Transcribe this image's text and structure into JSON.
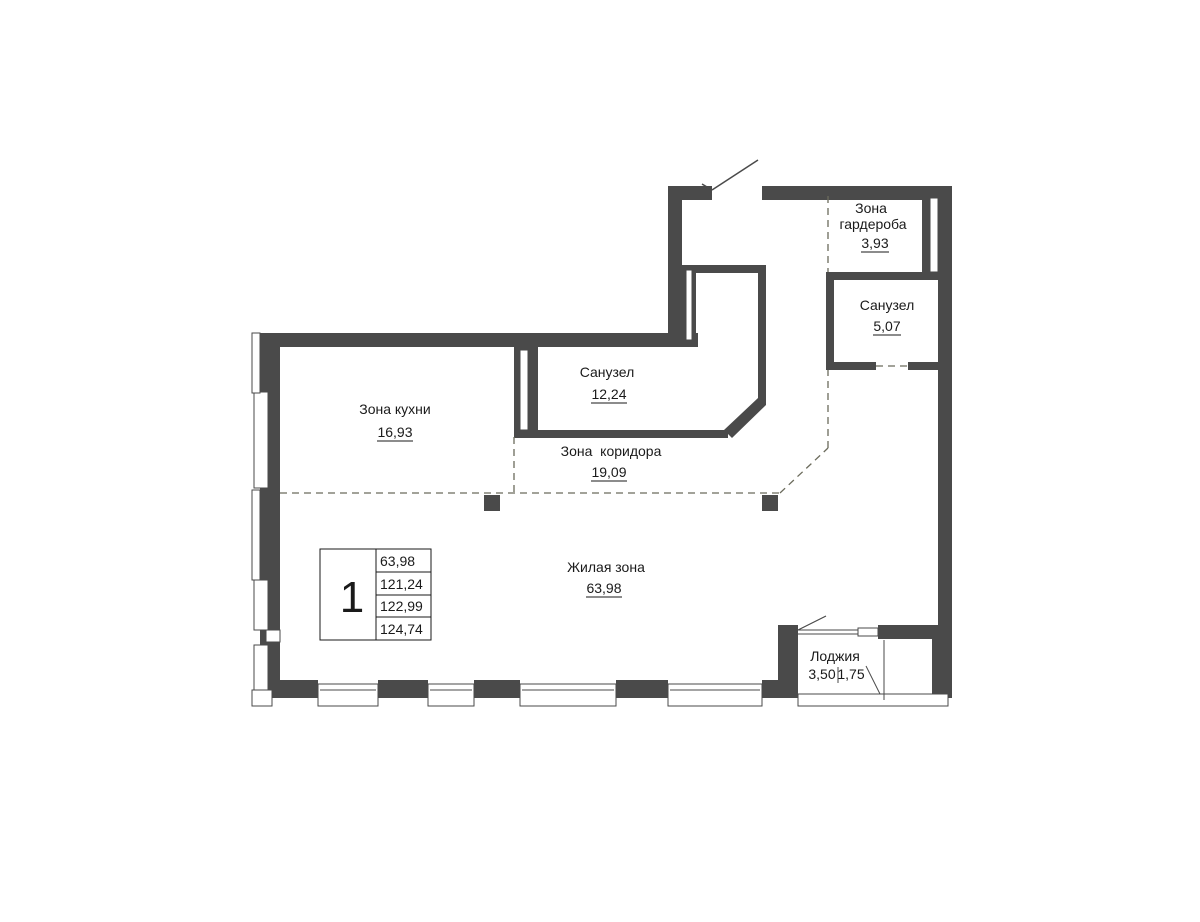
{
  "apartment": {
    "rooms_count": "1",
    "areas": [
      "63,98",
      "121,24",
      "122,99",
      "124,74"
    ]
  },
  "rooms": {
    "wardrobe": {
      "label_line1": "Зона",
      "label_line2": "гардероба",
      "area": "3,93"
    },
    "bathroom_small": {
      "label": "Санузел",
      "area": "5,07"
    },
    "bathroom_large": {
      "label": "Санузел",
      "area": "12,24"
    },
    "kitchen": {
      "label": "Зона кухни",
      "area": "16,93"
    },
    "corridor": {
      "label": "Зона  коридора",
      "area": "19,09"
    },
    "living": {
      "label": "Жилая зона",
      "area": "63,98"
    },
    "loggia": {
      "label": "Лоджия",
      "area_1": "3,50",
      "area_2": "1,75"
    }
  },
  "colors": {
    "wall": "#4a4a4a",
    "dash": "#6b6b5c",
    "text": "#1a1a1a"
  }
}
